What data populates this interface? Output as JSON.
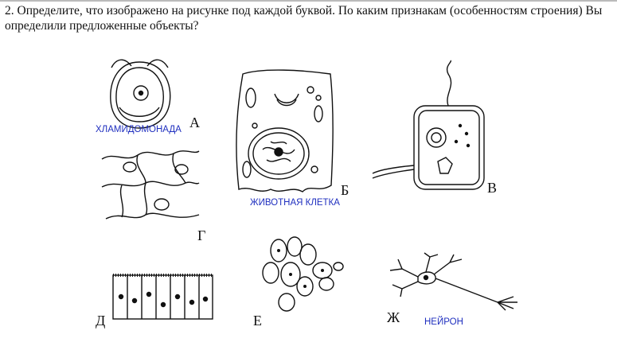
{
  "question": "2. Определите, что изображено на рисунке под каждой буквой. По каким признакам (особенностям строения) Вы определили предложенные объекты?",
  "figures": [
    {
      "letter": "А",
      "answer": "ХЛАМИДОМОНАДА"
    },
    {
      "letter": "Б",
      "answer": "ЖИВОТНАЯ КЛЕТКА"
    },
    {
      "letter": "В",
      "answer": ""
    },
    {
      "letter": "Г",
      "answer": ""
    },
    {
      "letter": "Д",
      "answer": ""
    },
    {
      "letter": "Е",
      "answer": ""
    },
    {
      "letter": "Ж",
      "answer": "НЕЙРОН"
    }
  ],
  "colors": {
    "answer_text": "#1f2fbf"
  }
}
